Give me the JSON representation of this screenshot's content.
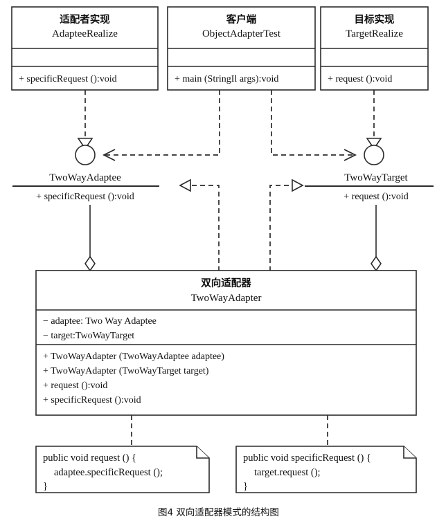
{
  "diagram": {
    "caption": "图4 双向适配器模式的结构图",
    "classes": [
      {
        "id": "adaptee-realize",
        "title_cn": "适配者实现",
        "title_en": "AdapteeRealize",
        "attributes": [],
        "operations": [
          "+ specificRequest ():void"
        ]
      },
      {
        "id": "client",
        "title_cn": "客户端",
        "title_en": "ObjectAdapterTest",
        "attributes": [],
        "operations": [
          "+ main (StringIl args):void"
        ]
      },
      {
        "id": "target-realize",
        "title_cn": "目标实现",
        "title_en": "TargetRealize",
        "attributes": [],
        "operations": [
          "+ request ():void"
        ]
      }
    ],
    "interfaces": [
      {
        "id": "two-way-adaptee",
        "name": "TwoWayAdaptee",
        "operation": "+ specificRequest ():void"
      },
      {
        "id": "two-way-target",
        "name": "TwoWayTarget",
        "operation": "+ request ():void"
      }
    ],
    "adapter": {
      "id": "two-way-adapter",
      "title_cn": "双向适配器",
      "title_en": "TwoWayAdapter",
      "attributes": [
        "− adaptee:  Two Way Adaptee",
        "− target:TwoWayTarget"
      ],
      "operations": [
        "+ TwoWayAdapter (TwoWayAdaptee adaptee)",
        "+ TwoWayAdapter (TwoWayTarget target)",
        "+ request ():void",
        "+ specificRequest ():void"
      ]
    },
    "notes": [
      {
        "id": "note-request",
        "lines": [
          "public void request () {",
          "adaptee.specificRequest ();",
          "}"
        ]
      },
      {
        "id": "note-specific-request",
        "lines": [
          "public void specificRequest () {",
          "target.request ();",
          "}"
        ]
      }
    ],
    "colors": {
      "stroke": "#2b2b2b",
      "fill": "#ffffff",
      "text": "#111111"
    }
  }
}
